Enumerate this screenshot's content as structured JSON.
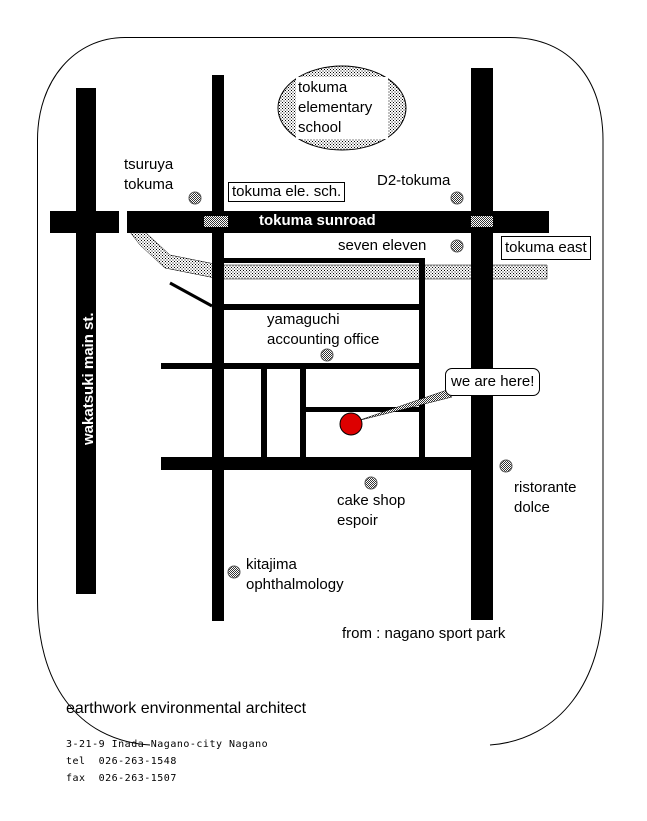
{
  "colors": {
    "road": "#000000",
    "marker": "#dd0000",
    "poi": "#888888",
    "background": "#ffffff"
  },
  "map": {
    "roads": {
      "main_vertical": "wakatsuki main st.",
      "horizontal_top": "tokuma sunroad"
    },
    "places": {
      "school": [
        "tokuma",
        "elementary",
        "school"
      ],
      "tsuruya": [
        "tsuruya",
        "tokuma"
      ],
      "school_bus_stop": "tokuma ele. sch.",
      "d2": "D2-tokuma",
      "seven_eleven": "seven eleven",
      "tokuma_east": "tokuma east",
      "yamaguchi": [
        "yamaguchi",
        "accounting office"
      ],
      "we_are_here": "we are here!",
      "cake_shop": [
        "cake shop",
        "espoir"
      ],
      "ristorante": [
        "ristorante",
        "dolce"
      ],
      "kitajima": [
        "kitajima",
        "ophthalmology"
      ]
    },
    "from_label": "from : nagano sport park"
  },
  "contact": {
    "company": "earthwork environmental architect",
    "address": "3-21-9 Inada Nagano-city Nagano",
    "tel": "tel  026-263-1548",
    "fax": "fax  026-263-1507"
  }
}
